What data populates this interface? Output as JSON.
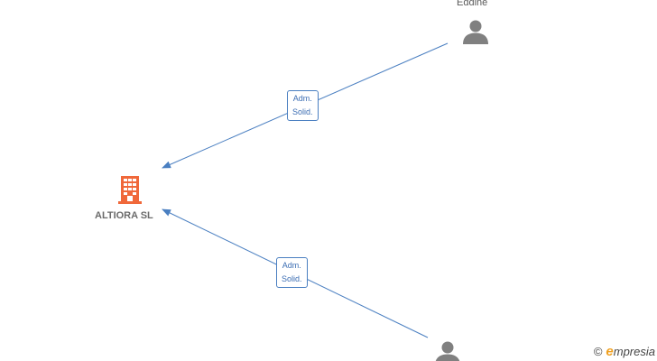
{
  "nodes": {
    "company": {
      "label": "ALTIORA  SL",
      "color": "#f0683a"
    },
    "person_top": {
      "label": "Eddine",
      "color": "#808080"
    },
    "person_bottom": {
      "label": "",
      "color": "#808080"
    }
  },
  "edges": [
    {
      "line1": "Adm.",
      "line2": "Solid.",
      "color": "#4a7fc1"
    },
    {
      "line1": "Adm.",
      "line2": "Solid.",
      "color": "#4a7fc1"
    }
  ],
  "watermark": {
    "copyright": "©",
    "brand_initial": "e",
    "brand_rest": "mpresia"
  }
}
